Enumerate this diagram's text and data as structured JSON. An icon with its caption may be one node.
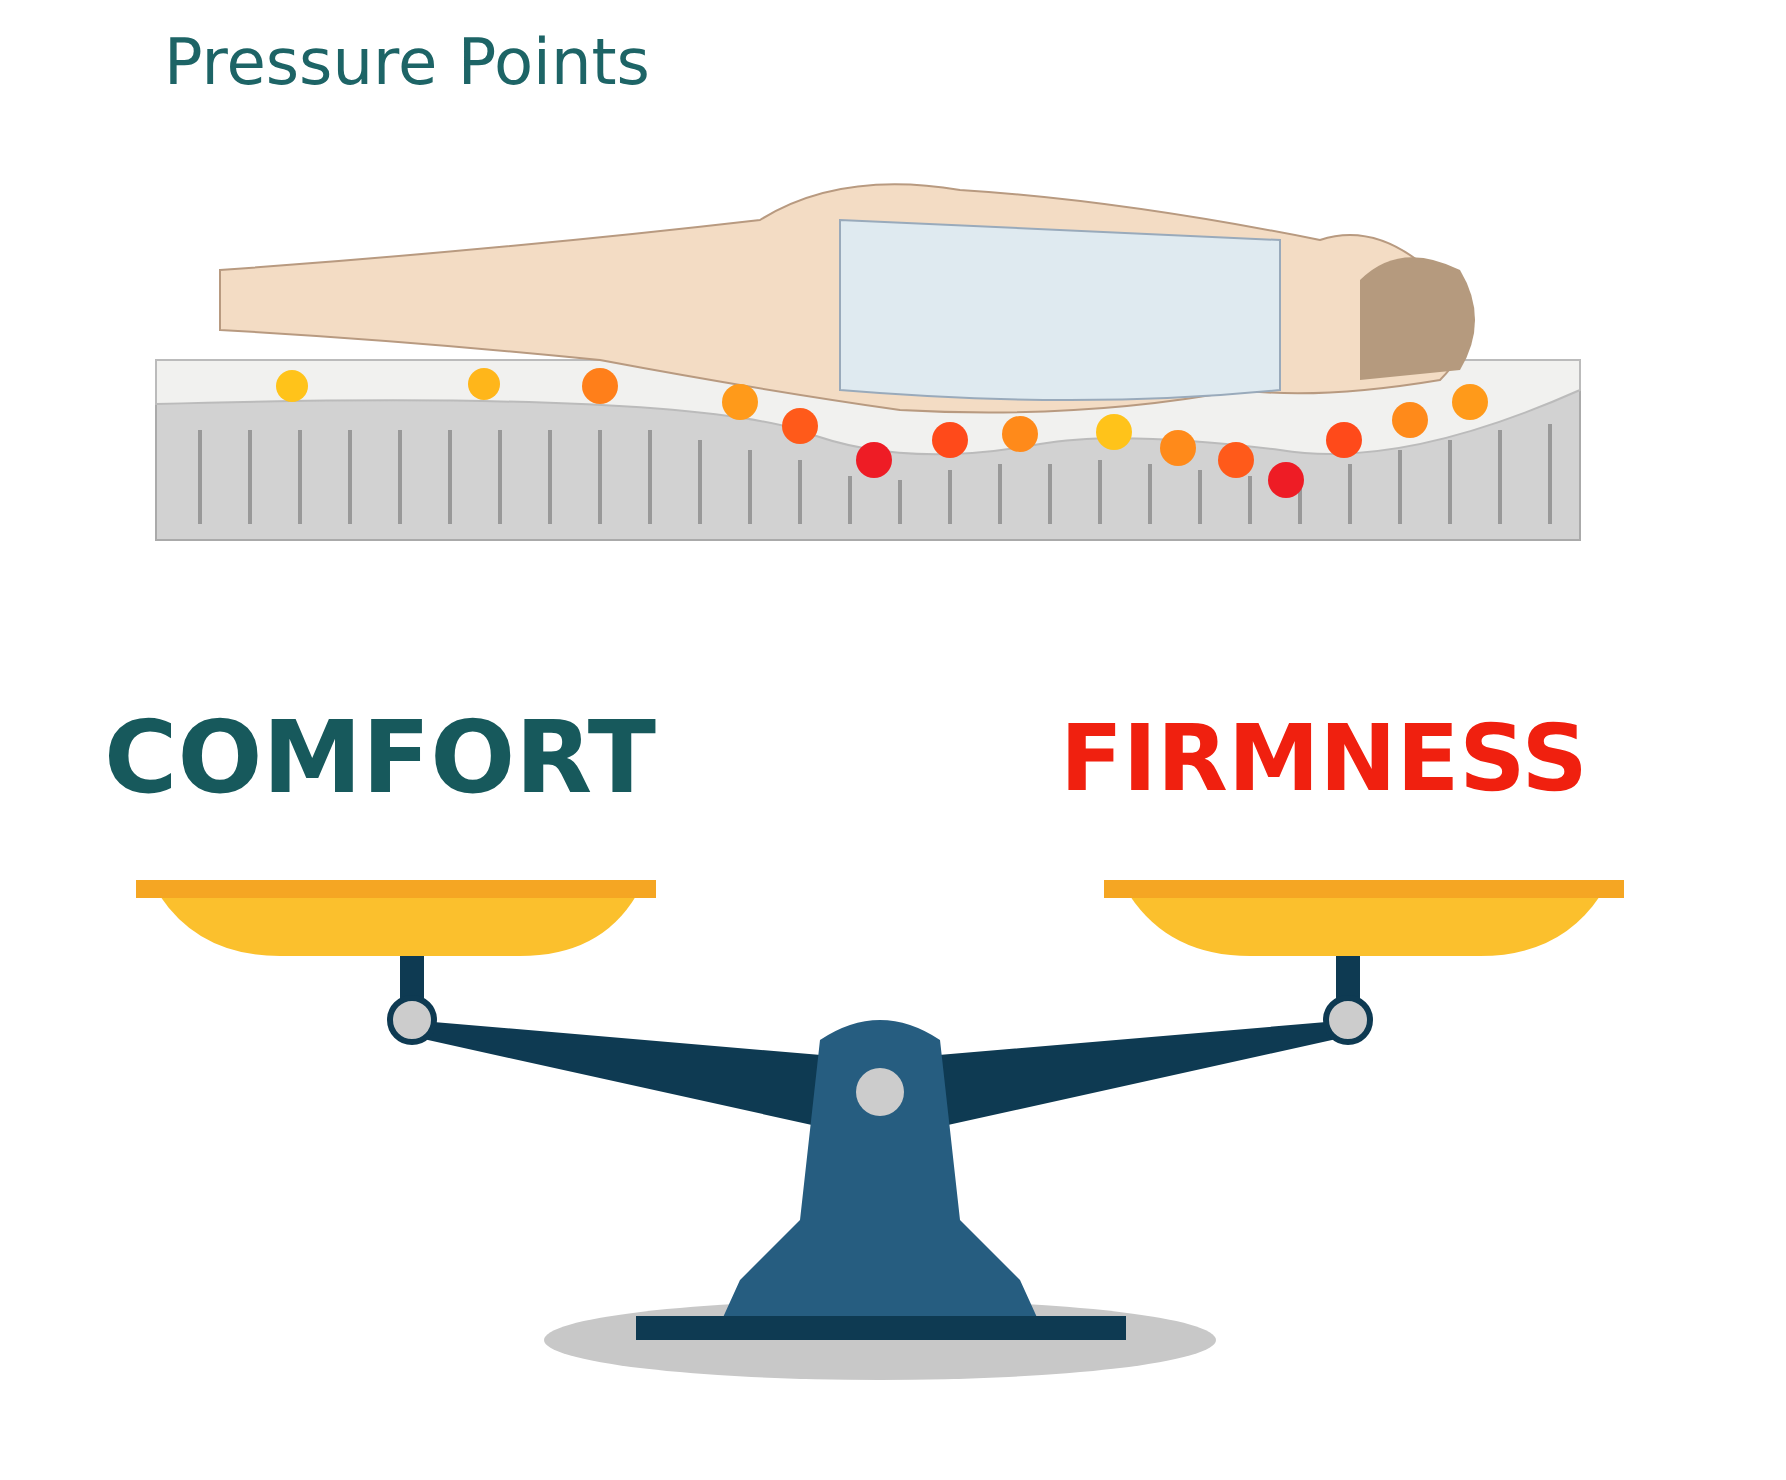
{
  "diagram": {
    "title": "Pressure Points",
    "labels": [
      "COMFORT",
      "FIRMNESS"
    ]
  }
}
